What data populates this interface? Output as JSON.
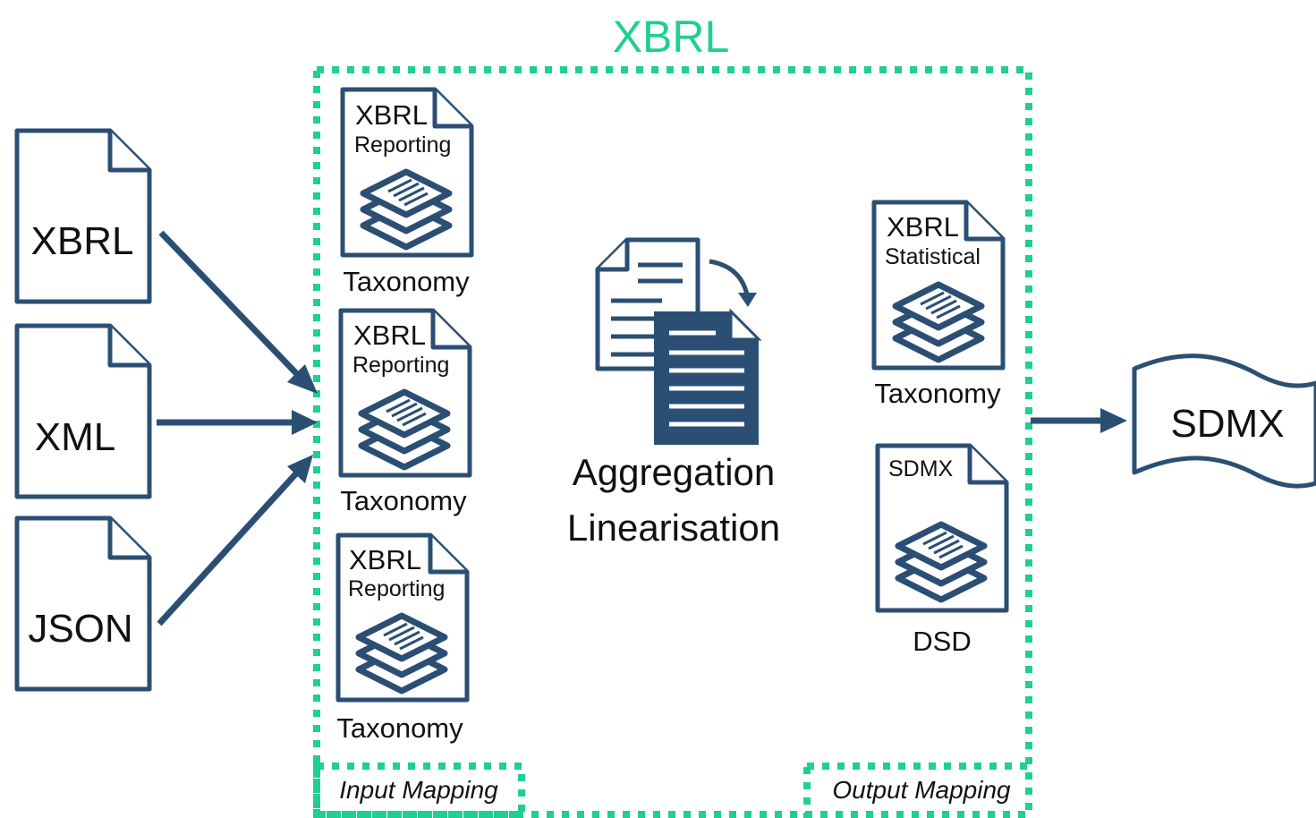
{
  "title": "XBRL",
  "inputs": [
    {
      "label": "XBRL"
    },
    {
      "label": "XML"
    },
    {
      "label": "JSON"
    }
  ],
  "input_taxonomies": [
    {
      "line1": "XBRL",
      "line2": "Reporting",
      "caption": "Taxonomy"
    },
    {
      "line1": "XBRL",
      "line2": "Reporting",
      "caption": "Taxonomy"
    },
    {
      "line1": "XBRL",
      "line2": "Reporting",
      "caption": "Taxonomy"
    }
  ],
  "process": {
    "line1": "Aggregation",
    "line2": "Linearisation"
  },
  "output_taxonomy": {
    "line1": "XBRL",
    "line2": "Statistical",
    "caption": "Taxonomy"
  },
  "output_dsd": {
    "line1": "SDMX",
    "caption": "DSD"
  },
  "target": {
    "label": "SDMX"
  },
  "mapping_labels": {
    "input": "Input Mapping",
    "output": "Output Mapping"
  },
  "colors": {
    "accent": "#1fcf93",
    "primary": "#2b4f73"
  },
  "icons": {
    "doc": "document-icon",
    "layers": "layers-icon",
    "process": "documents-transform-icon",
    "wave": "punched-tape-icon"
  }
}
